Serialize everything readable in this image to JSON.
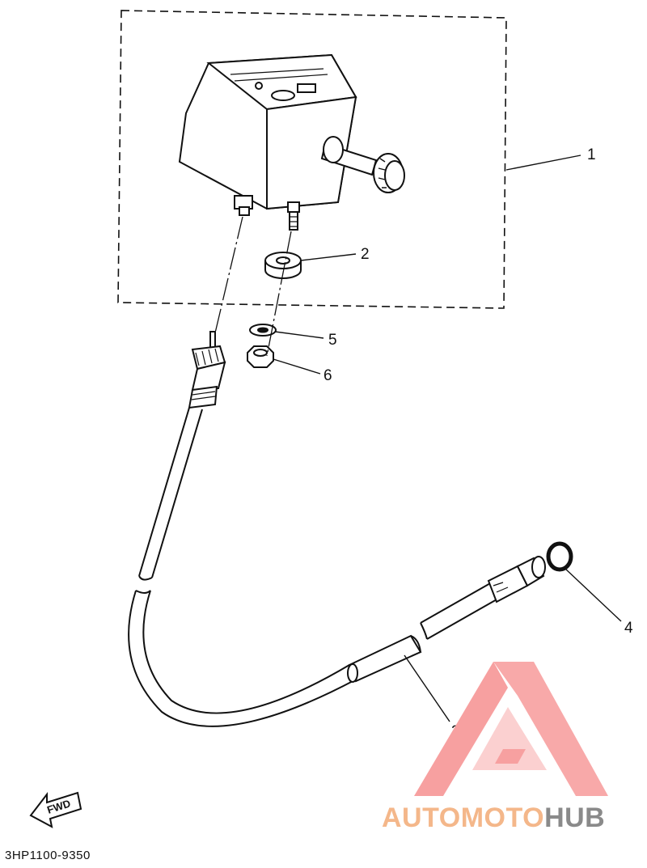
{
  "diagram": {
    "part_code": "3HP1100-9350",
    "fwd_label": "FWD",
    "callouts": [
      {
        "id": "1",
        "label": "1"
      },
      {
        "id": "2",
        "label": "2"
      },
      {
        "id": "3",
        "label": "3"
      },
      {
        "id": "4",
        "label": "4"
      },
      {
        "id": "5",
        "label": "5"
      },
      {
        "id": "6",
        "label": "6"
      }
    ]
  },
  "watermark": {
    "brand_part1": "AUTOMOTO",
    "brand_part2": "HUB",
    "color_light": "#f7c79b",
    "color_red": "#f26d6d",
    "color_gray": "#8a8a8a"
  }
}
